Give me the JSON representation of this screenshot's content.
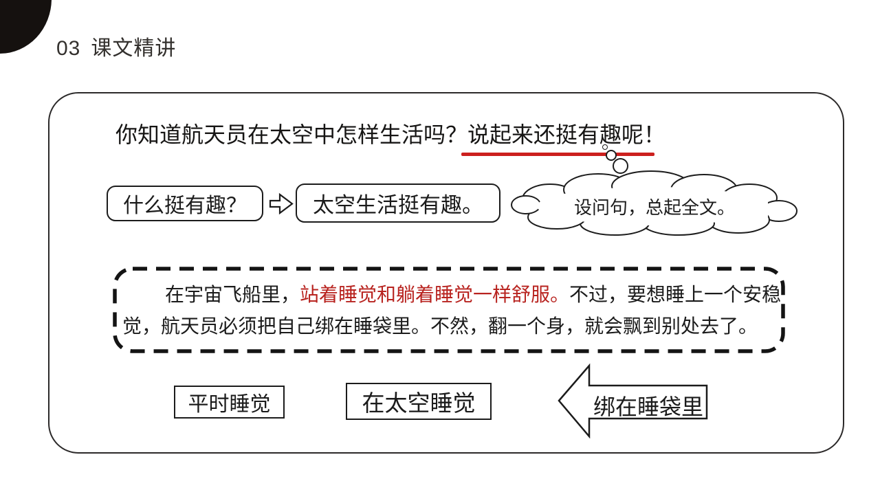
{
  "page": {
    "section_number": "03",
    "section_title": "课文精讲"
  },
  "intro": {
    "sentence": "你知道航天员在太空中怎样生活吗？说起来还挺有趣呢！",
    "underlined_part": "说起来还挺有趣呢！"
  },
  "qa_row": {
    "question": "什么挺有趣？",
    "answer": "太空生活挺有趣。",
    "cloud_note": "设问句，总起全文。"
  },
  "passage": {
    "lines": [
      {
        "segments": [
          {
            "text": "在宇宙飞船里，",
            "red": false
          },
          {
            "text": "站着睡觉和躺着睡觉一样舒服。",
            "red": true
          },
          {
            "text": "不过，要想睡上一个安稳",
            "red": false
          }
        ]
      },
      {
        "segments": [
          {
            "text": "觉，航天员必须把自己绑在睡袋里。不然，翻一个身，就会飘到别处去了。",
            "red": false
          }
        ]
      }
    ]
  },
  "compare_row": {
    "left_label": "平时睡觉",
    "middle_label": "在太空睡觉",
    "arrow_label": "绑在睡袋里"
  },
  "colors": {
    "ink": "#1b1b1b",
    "underline_red": "#cc201e",
    "highlight_red": "#b8231f"
  }
}
